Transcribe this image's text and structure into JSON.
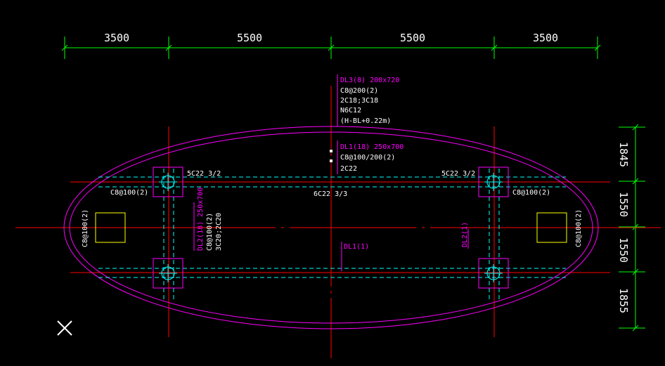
{
  "colors": {
    "background": "#000000",
    "dimension": "#00ff00",
    "axis": "#ff0000",
    "beam": "#00ffff",
    "outline": "#ff00ff",
    "text": "#ffffff",
    "label": "#ff00ff",
    "opening": "#ffff00"
  },
  "dimensions": {
    "top": [
      "3500",
      "5500",
      "5500",
      "3500"
    ],
    "right": [
      "1845",
      "1550",
      "1550",
      "1855"
    ]
  },
  "beams": {
    "dl3": {
      "name": "DL3(8) 200x720",
      "lines": [
        "C8@200(2)",
        "2C18;3C18",
        "N6C12",
        "(H-BL+0.22m)"
      ]
    },
    "dl1": {
      "name": "DL1(18) 250x700",
      "lines": [
        "C8@100/200(2)",
        "2C22"
      ]
    },
    "dl2": {
      "name": "DL2(18) 250x700",
      "lines": [
        "C8@100(2)",
        "3C20;2C20"
      ]
    },
    "dl1_short": "DL1(1)",
    "dl2_short": "DL2(1)"
  },
  "rebar": {
    "top_left": "5C22 3/2",
    "top_right": "5C22 3/2",
    "middle": "6C22 3/3",
    "stirrup_left": "C8@100(2)",
    "stirrup_right": "C8@100(2)",
    "side_left": "C8@100(2)",
    "side_right": "C8@100(2)"
  },
  "icons": {
    "ucs": "close-icon"
  }
}
